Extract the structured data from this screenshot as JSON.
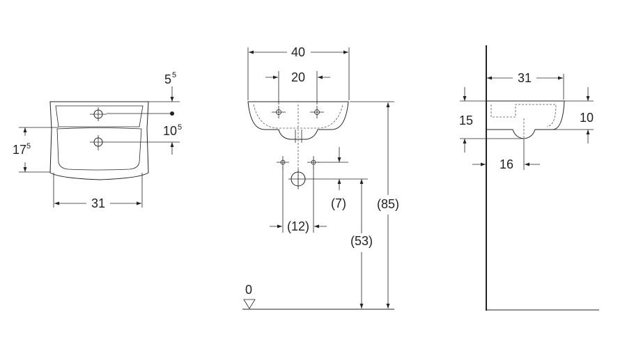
{
  "top_view": {
    "depth_main": "17",
    "depth_sup": "5",
    "offset_top_main": "5",
    "offset_top_sup": "5",
    "offset_hole_main": "10",
    "offset_hole_sup": "5",
    "width_inner": "31"
  },
  "front_view": {
    "width_overall": "40",
    "tap_spacing": "20",
    "supply_spacing": "(12)",
    "supply_height_offset": "(7)",
    "rim_height": "(85)",
    "waste_height": "(53)",
    "floor_level": "0"
  },
  "side_view": {
    "projection": "31",
    "bowl_height": "15",
    "rim_thickness": "10",
    "waste_offset": "16"
  }
}
